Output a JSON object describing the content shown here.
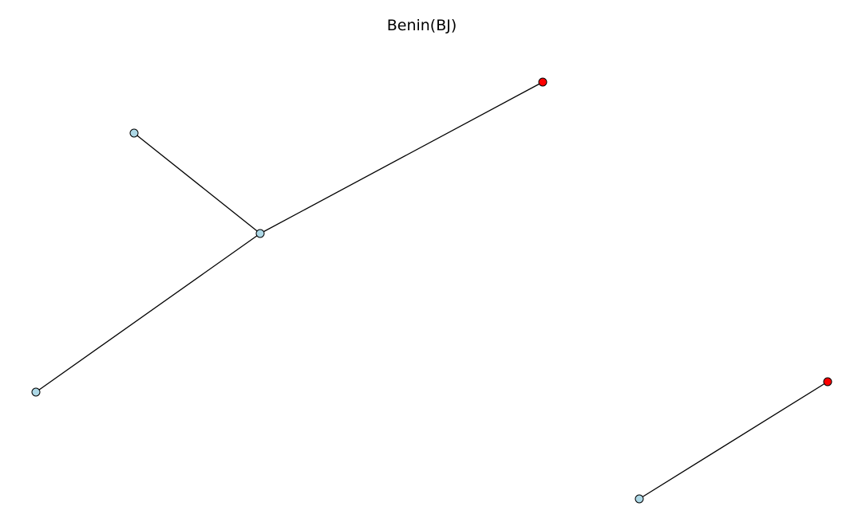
{
  "title": "Benin(BJ)",
  "colors": {
    "background": "#ffffff",
    "edge": "#000000",
    "node_stroke": "#000000",
    "default_node_fill": "#add8e6",
    "highlight_node_fill": "#ff0000"
  },
  "graph": {
    "nodes": [
      {
        "id": "hub",
        "fill": "#add8e6"
      },
      {
        "id": "upper-left",
        "fill": "#add8e6"
      },
      {
        "id": "lower-left",
        "fill": "#add8e6"
      },
      {
        "id": "top-right",
        "fill": "#ff0000"
      },
      {
        "id": "far-right",
        "fill": "#ff0000"
      },
      {
        "id": "bottom-right",
        "fill": "#add8e6"
      }
    ],
    "edges": [
      {
        "source": "upper-left",
        "target": "hub"
      },
      {
        "source": "hub",
        "target": "top-right"
      },
      {
        "source": "hub",
        "target": "lower-left"
      },
      {
        "source": "bottom-right",
        "target": "far-right"
      }
    ]
  }
}
